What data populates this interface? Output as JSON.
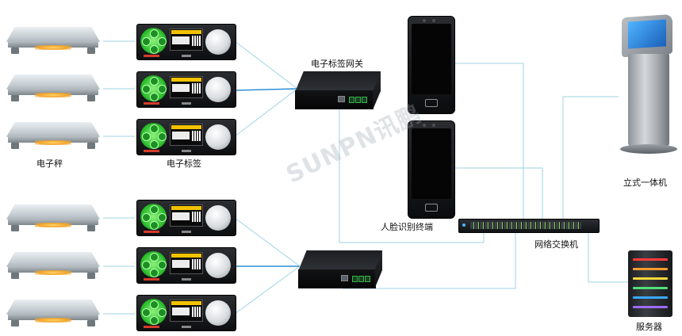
{
  "labels": {
    "scale": "电子秤",
    "tag": "电子标签",
    "gateway": "电子标签网关",
    "face_terminal": "人脸识别终端",
    "kiosk": "立式一体机",
    "switch": "网络交换机",
    "server": "服务器"
  },
  "watermark": "SUNPN讯鹏",
  "colors": {
    "wire_thin": "#9fd3e6",
    "wire_bold": "#2a8fd4",
    "tag_pad": "#2ec12e",
    "kiosk_screen": "#1a5fb8"
  },
  "icons": {
    "scale": "weighing-scale-icon",
    "tag": "electronic-tag-icon",
    "gateway": "gateway-box-icon",
    "face_terminal": "face-terminal-icon",
    "switch": "network-switch-icon",
    "kiosk": "kiosk-icon",
    "server": "server-icon"
  }
}
